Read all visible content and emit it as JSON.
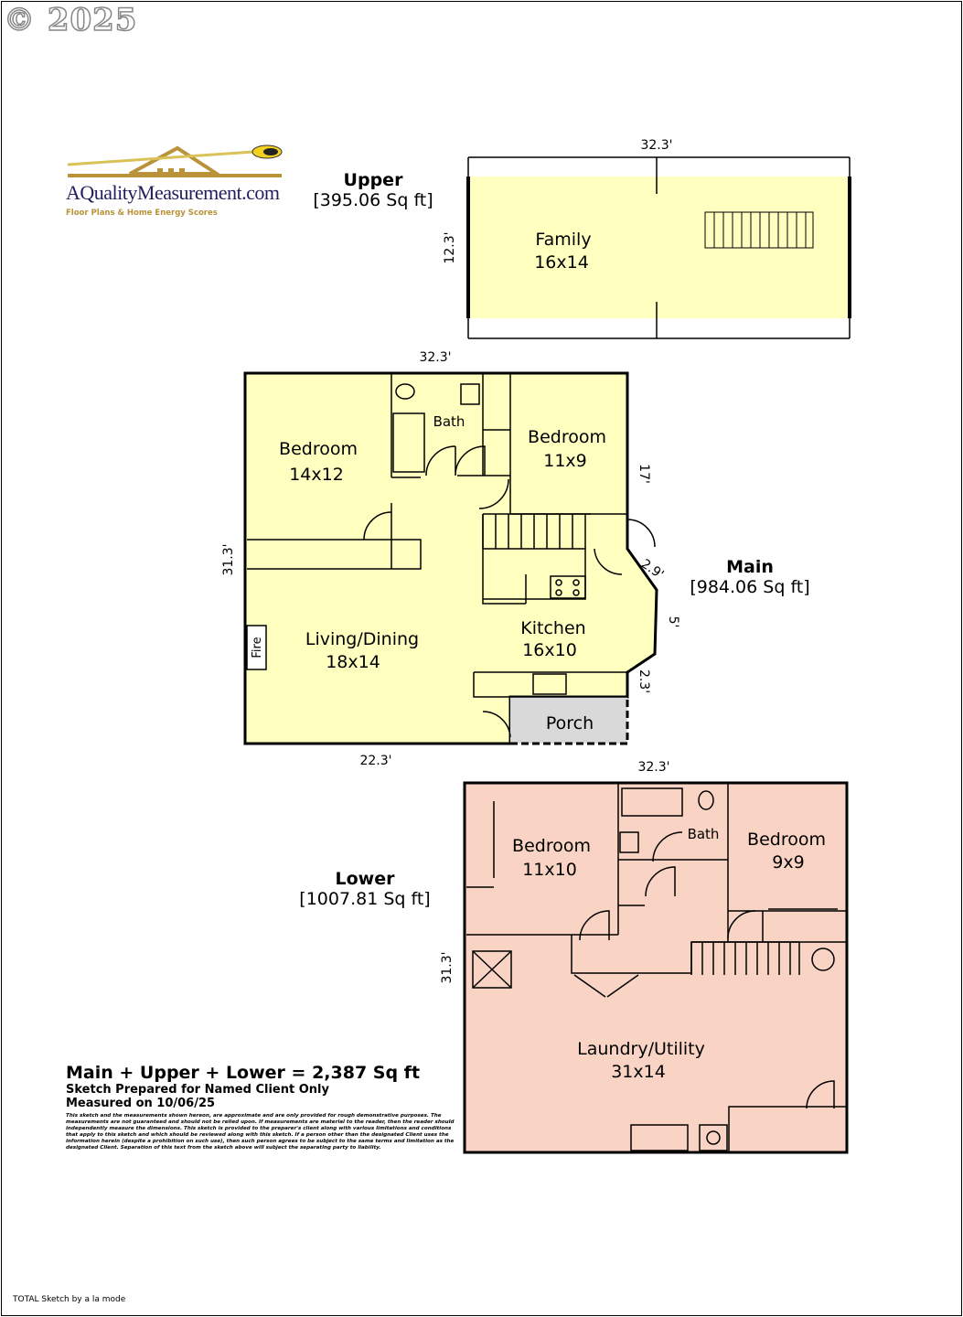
{
  "copyright": "© 2025",
  "logo": {
    "name": "AQualityMeasurement.com",
    "tagline": "Floor Plans & Home Energy Scores"
  },
  "upper": {
    "title": "Upper",
    "area": "[395.06 Sq ft]",
    "dim_top": "32.3'",
    "dim_left": "12.3'",
    "rooms": [
      {
        "name": "Family",
        "size": "16x14"
      }
    ]
  },
  "main": {
    "title": "Main",
    "area": "[984.06 Sq ft]",
    "dim_top": "32.3'",
    "dim_left": "31.3'",
    "dim_bottom": "22.3'",
    "dim_right_1": "17'",
    "dim_right_2": "2.9'",
    "dim_right_3": "5'",
    "dim_right_4": "2.3'",
    "rooms": [
      {
        "name": "Bedroom",
        "size": "14x12"
      },
      {
        "name": "Bath",
        "size": ""
      },
      {
        "name": "Bedroom",
        "size": "11x9"
      },
      {
        "name": "Living/Dining",
        "size": "18x14"
      },
      {
        "name": "Kitchen",
        "size": "16x10"
      },
      {
        "name": "Porch",
        "size": ""
      }
    ],
    "fire_label": "Fire"
  },
  "lower": {
    "title": "Lower",
    "area": "[1007.81 Sq ft]",
    "dim_top": "32.3'",
    "dim_left": "31.3'",
    "rooms": [
      {
        "name": "Bedroom",
        "size": "11x10"
      },
      {
        "name": "Bath",
        "size": ""
      },
      {
        "name": "Bedroom",
        "size": "9x9"
      },
      {
        "name": "Laundry/Utility",
        "size": "31x14"
      }
    ]
  },
  "summary": {
    "total": "Main + Upper + Lower = 2,387 Sq ft",
    "prepared": "Sketch Prepared for Named Client Only",
    "measured": "Measured on 10/06/25",
    "disclaimer": "This sketch and the measurements shown hereon, are approximate and are only provided for rough demonstrative purposes. The measurements are not guaranteed and should not be relied upon.  If measurements are material to the reader, then the reader should independently measure the dimensions.  This sketch is provided to the preparer's client along with various limitations and conditions that apply to this sketch and which should be reviewed along with this sketch.  If a person other than the designated Client uses the information herein (despite a prohibition on such use), then such person agrees to be subject to the same terms and limitation as the designated Client.  Separation of this text from the sketch above will subject the separating party to liability."
  },
  "footer": "TOTAL Sketch by a la mode",
  "colors": {
    "upper_main_fill": "#ffffc0",
    "lower_fill": "#f9d4c4",
    "porch_fill": "#d9d9d9"
  }
}
